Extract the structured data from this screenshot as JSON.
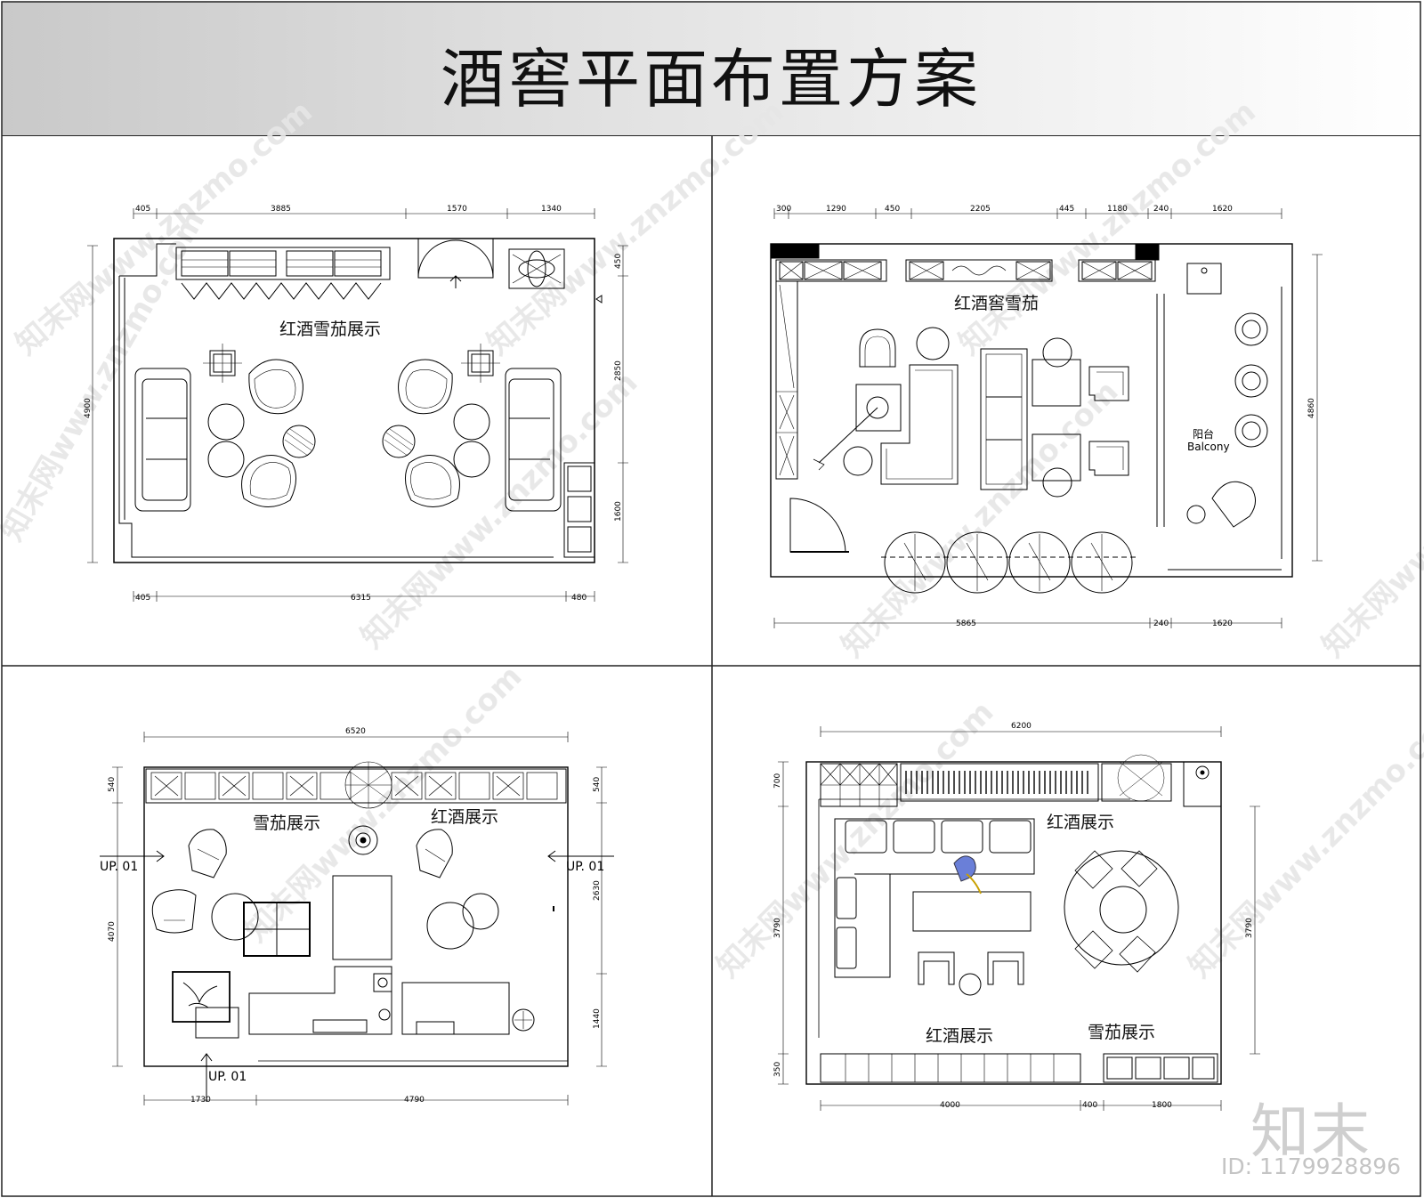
{
  "title": "酒窖平面布置方案",
  "watermark": "知末网www.znzmo.com",
  "brand": {
    "logo": "知末",
    "id": "ID: 1179928896"
  },
  "plans": [
    {
      "labels": [
        "红酒雪茄展示"
      ],
      "dims": {
        "top": [
          "405",
          "3885",
          "1570",
          "1340"
        ],
        "bottom": [
          "405",
          "6315",
          "480"
        ],
        "left": [
          "4900"
        ],
        "right": [
          "450",
          "2850",
          "1600"
        ]
      }
    },
    {
      "labels": [
        "红酒窖雪茄"
      ],
      "balcony": {
        "zh": "阳台",
        "en": "Balcony"
      },
      "dims": {
        "top": [
          "300",
          "1290",
          "450",
          "2205",
          "445",
          "1180",
          "240",
          "1620"
        ],
        "bottom": [
          "5865",
          "240",
          "1620"
        ],
        "right": [
          "4860"
        ]
      }
    },
    {
      "labels": [
        "雪茄展示",
        "红酒展示"
      ],
      "markers": [
        "UP. 01",
        "UP. 01",
        "UP. 01"
      ],
      "dims": {
        "top": [
          "6520"
        ],
        "bottom": [
          "1730",
          "4790"
        ],
        "left": [
          "540",
          "4070"
        ],
        "right": [
          "540",
          "2630",
          "1440"
        ]
      }
    },
    {
      "labels": [
        "红酒展示",
        "红酒展示",
        "雪茄展示"
      ],
      "dims": {
        "top": [
          "6200"
        ],
        "bottom": [
          "4000",
          "400",
          "1800"
        ],
        "left": [
          "700",
          "3790",
          "350"
        ],
        "right": [
          "3790"
        ]
      }
    }
  ]
}
